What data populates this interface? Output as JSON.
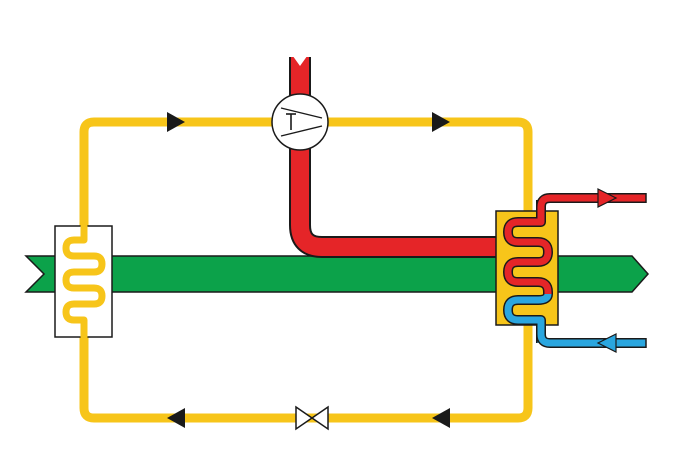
{
  "colors": {
    "background": "#ffffff",
    "refrigerant_loop": "#f7c51a",
    "air_stream": "#0ca24a",
    "hot_water": "#e52528",
    "cold_water": "#2aa6df",
    "outline": "#1a1a1a",
    "condenser_fill": "#f7c51a",
    "evaporator_fill": "#ffffff",
    "compressor_fill": "#ffffff",
    "arrow": "#1a1a1a"
  },
  "components": {
    "compressor": {
      "icon": "compressor-icon"
    },
    "expansion_valve": {
      "icon": "expansion-valve-icon"
    },
    "evaporator": {
      "icon": "evaporator-coil-icon"
    },
    "condenser": {
      "icon": "condenser-coil-icon"
    }
  },
  "flows": {
    "refrigerant_top_left": {
      "direction": "right"
    },
    "refrigerant_top_right": {
      "direction": "right"
    },
    "refrigerant_bottom_right": {
      "direction": "left"
    },
    "refrigerant_bottom_left": {
      "direction": "left"
    },
    "hot_water_out": {
      "direction": "right"
    },
    "cold_water_in": {
      "direction": "left"
    },
    "air_stream": {
      "direction": "right"
    }
  }
}
